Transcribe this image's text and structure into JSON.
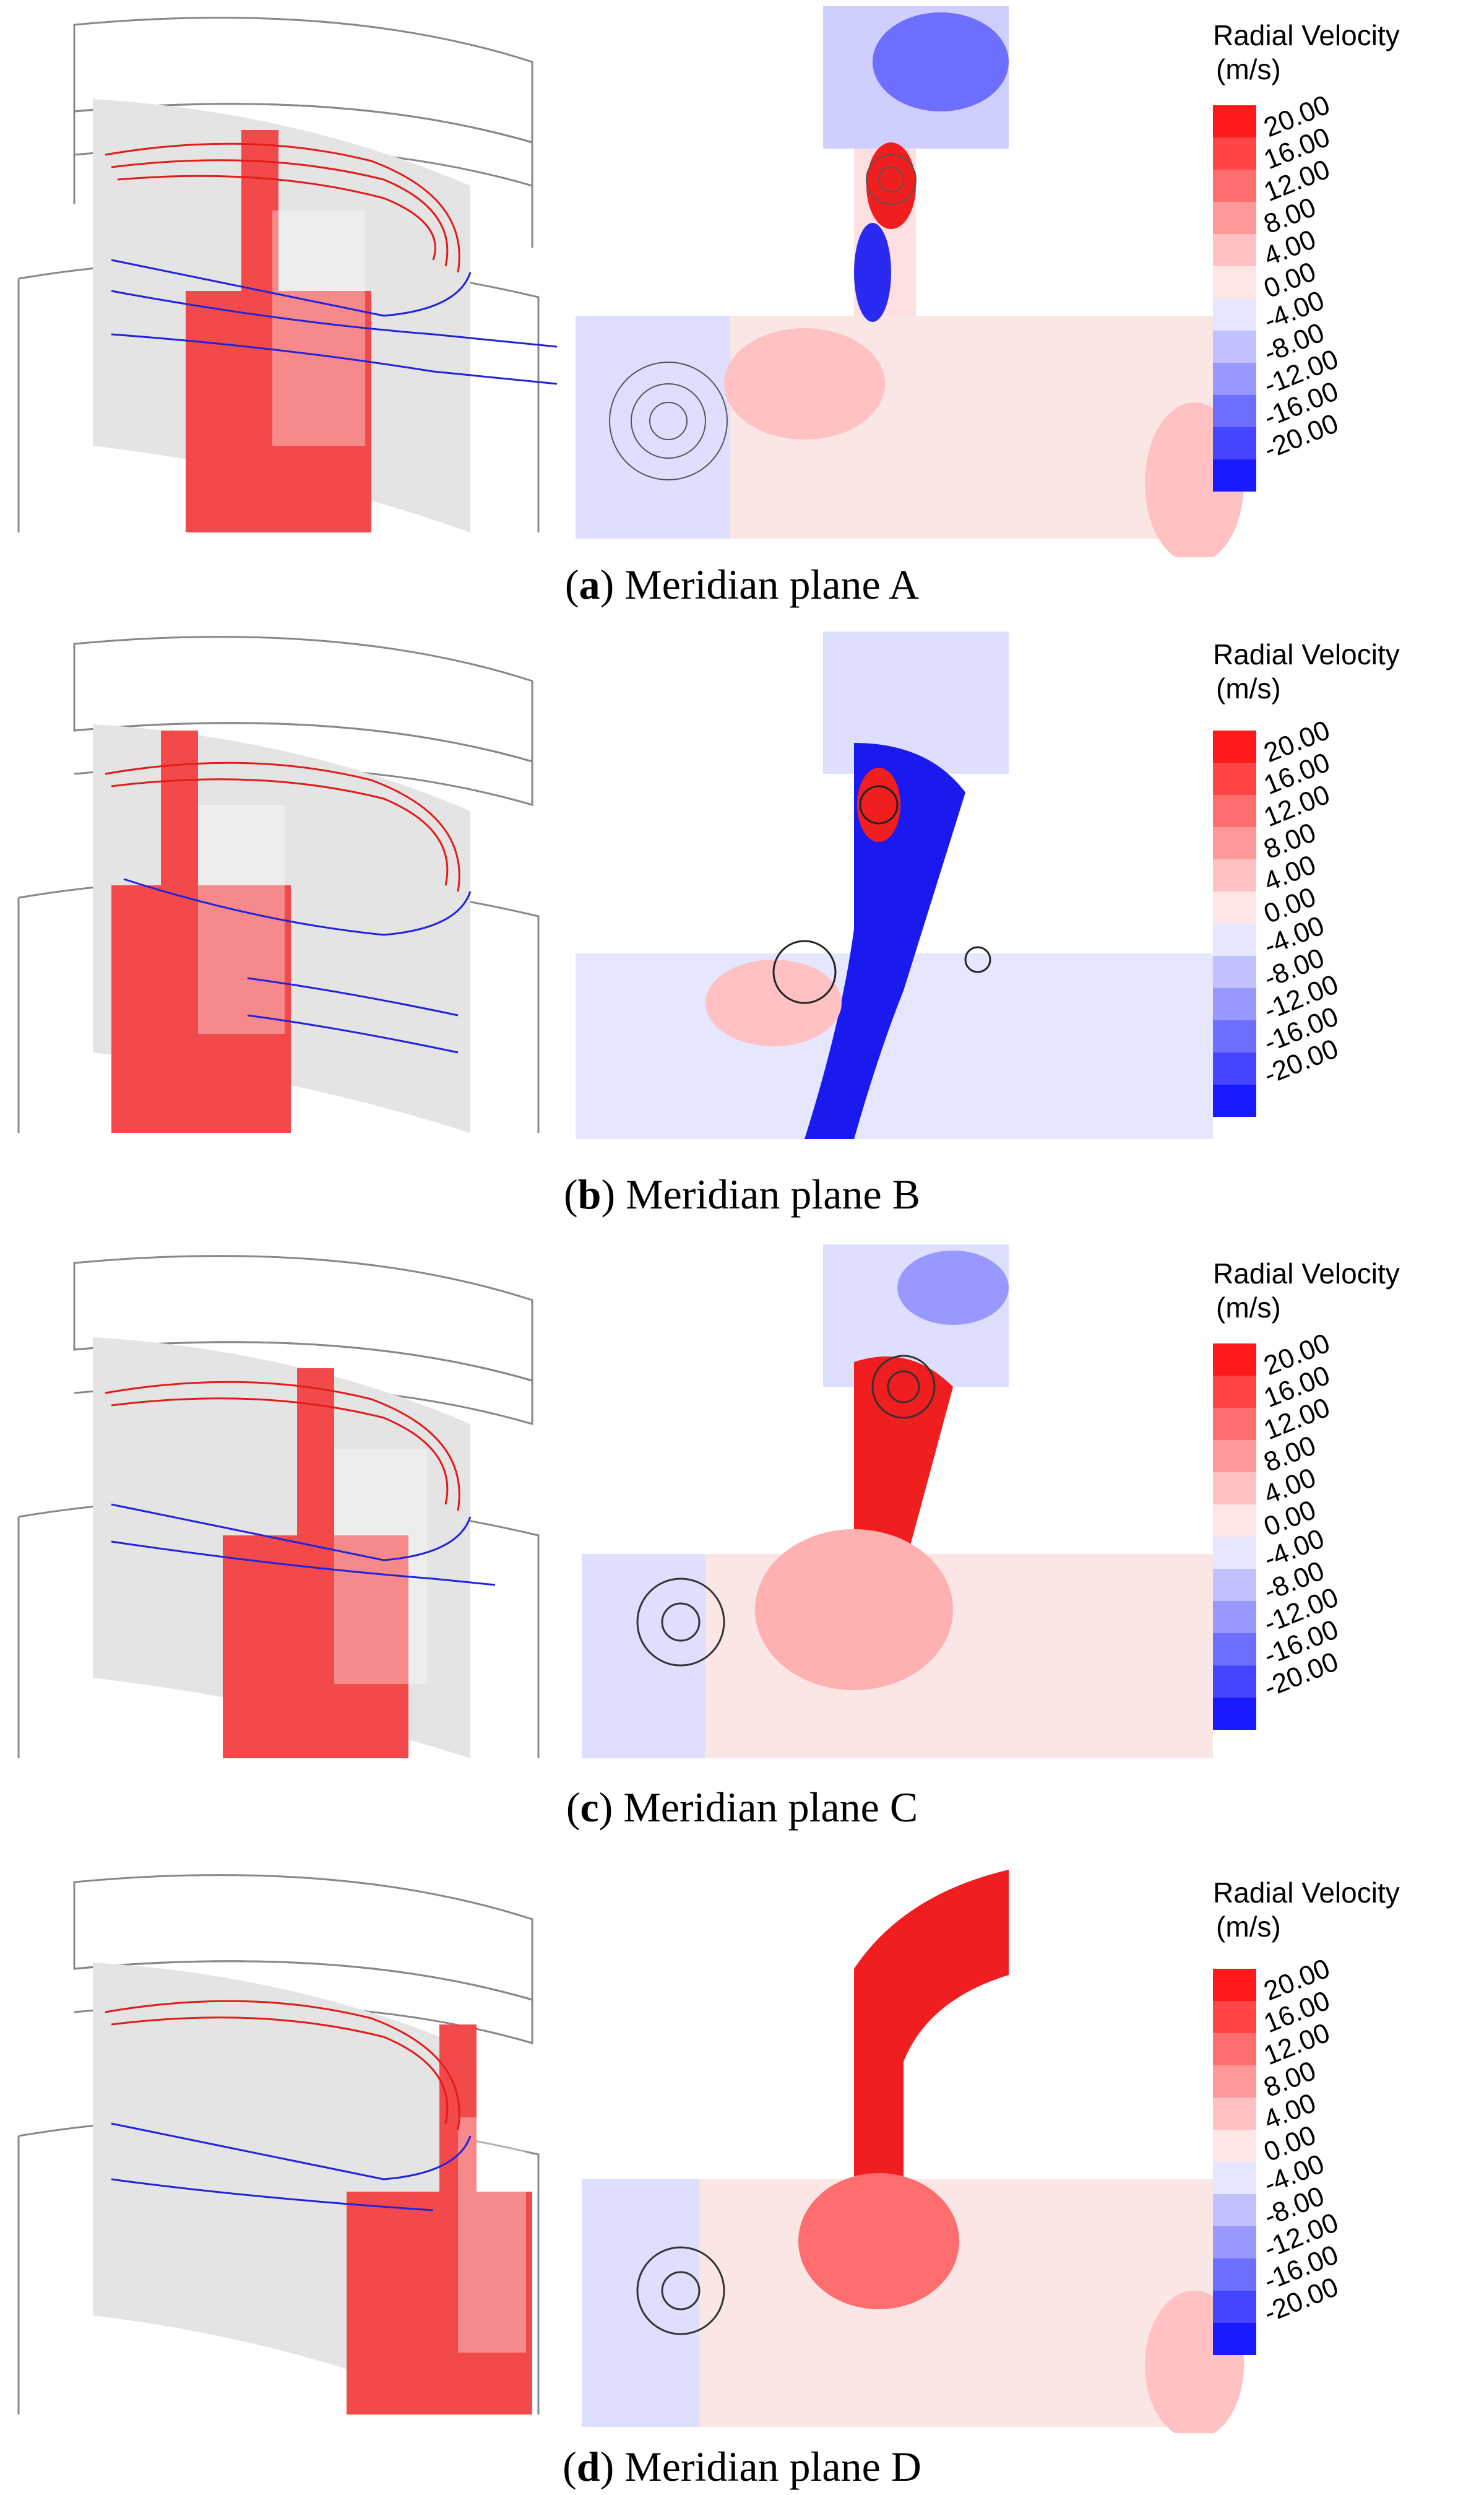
{
  "legend": {
    "title": "Radial Velocity",
    "unit": "(m/s)",
    "ticks": [
      "20.00",
      "16.00",
      "12.00",
      "8.00",
      "4.00",
      "0.00",
      "-4.00",
      "-8.00",
      "-12.00",
      "-16.00",
      "-20.00"
    ],
    "colors": [
      "#ff1a1a",
      "#ff4545",
      "#ff6e6e",
      "#ff9898",
      "#ffc1c1",
      "#ffe6e6",
      "#e6e6ff",
      "#c1c1ff",
      "#9898ff",
      "#6e6eff",
      "#4545ff",
      "#1a1aff"
    ]
  },
  "panels": [
    {
      "letter": "a",
      "label": "Meridian plane A"
    },
    {
      "letter": "b",
      "label": "Meridian plane B"
    },
    {
      "letter": "c",
      "label": "Meridian plane C"
    },
    {
      "letter": "d",
      "label": "Meridian plane D"
    }
  ]
}
